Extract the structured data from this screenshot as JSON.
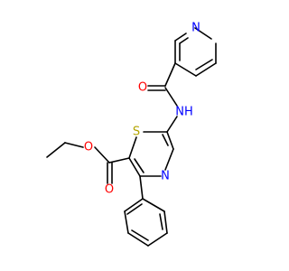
{
  "molecule": {
    "atoms": {
      "N_pyridine": "N",
      "O_amide": "O",
      "N_amide": "NH",
      "S_thiazole": "S",
      "N_thiazole": "N",
      "O_ester_single": "O",
      "O_ester_double": "O"
    },
    "colors": {
      "bond": "#000000",
      "nitrogen": "#0000ff",
      "oxygen": "#ff0000",
      "sulfur": "#b3a400"
    }
  }
}
